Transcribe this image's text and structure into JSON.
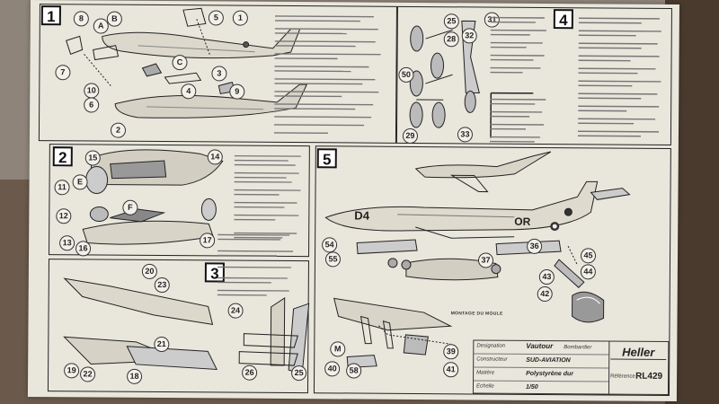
{
  "panels": [
    {
      "number": "1"
    },
    {
      "number": "2"
    },
    {
      "number": "3"
    },
    {
      "number": "4"
    },
    {
      "number": "5"
    }
  ],
  "part_numbers": {
    "p1": [
      "8",
      "A",
      "B",
      "5",
      "1",
      "7",
      "C",
      "3",
      "10",
      "4",
      "9",
      "6",
      "2"
    ],
    "p2": [
      "15",
      "14",
      "11",
      "E",
      "F",
      "12",
      "17",
      "13",
      "16"
    ],
    "p3": [
      "20",
      "23",
      "21",
      "19",
      "22",
      "18",
      "24",
      "26",
      "25"
    ],
    "p4": [
      "25",
      "28",
      "31",
      "32",
      "50",
      "29",
      "33"
    ],
    "p5": [
      "54",
      "36",
      "55",
      "37",
      "45",
      "44",
      "43",
      "42",
      "40",
      "58",
      "39",
      "41",
      "M"
    ]
  },
  "montage_label": "MONTAGE DU MOULE",
  "aircraft_markings": {
    "left": "D4",
    "right": "OR"
  },
  "title_block": {
    "designation_label": "Designation",
    "designation_value": "Vautour",
    "designation_sub": "Bombardier",
    "constructeur_label": "Constructeur",
    "constructeur_value": "SUD-AVIATION",
    "matiere_label": "Matière",
    "matiere_value": "Polystyrène dur",
    "echelle_label": "Echelle",
    "echelle_value": "1/50",
    "brand": "Heller",
    "reference_label": "Référence",
    "reference_value": "RL429"
  }
}
